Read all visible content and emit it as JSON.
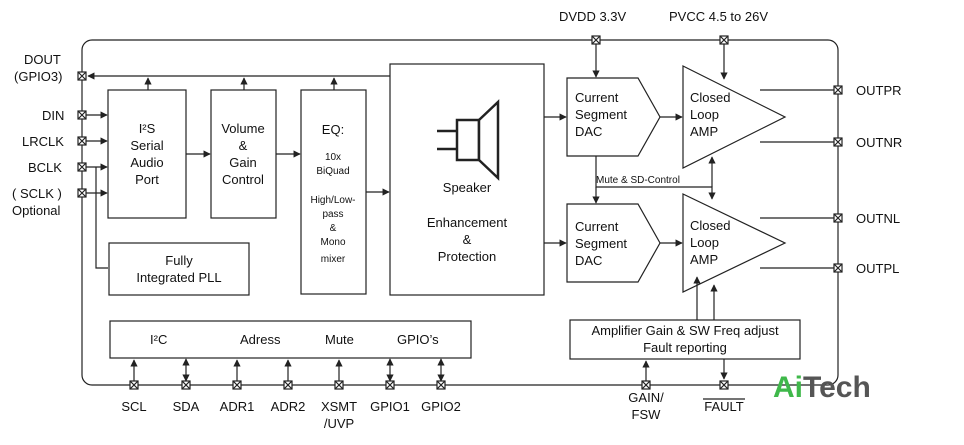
{
  "supply": {
    "dvdd": "DVDD 3.3V",
    "pvcc": "PVCC 4.5 to 26V"
  },
  "left_pins": {
    "dout": "DOUT",
    "dout_alt": "(GPIO3)",
    "din": "DIN",
    "lrclk": "LRCLK",
    "bclk": "BCLK",
    "sclk": "( SCLK )",
    "sclk_note": "Optional"
  },
  "blocks": {
    "i2s": [
      "I²S",
      "Serial",
      "Audio",
      "Port"
    ],
    "volume": [
      "Volume",
      "&",
      "Gain",
      "Control"
    ],
    "eq_title": "EQ:",
    "eq_lines": [
      "10x",
      "BiQuad",
      "High/Low-",
      "pass",
      "&",
      "Mono",
      "mixer"
    ],
    "pll": [
      "Fully",
      "Integrated PLL"
    ],
    "speaker": "Speaker",
    "enhancement": [
      "Enhancement",
      "&",
      "Protection"
    ],
    "dac_top": [
      "Current",
      "Segment",
      "DAC"
    ],
    "dac_bottom": [
      "Current",
      "Segment",
      "DAC"
    ],
    "amp_top": [
      "Closed",
      "Loop",
      "AMP"
    ],
    "amp_bottom": [
      "Closed",
      "Loop",
      "AMP"
    ],
    "mute_sd": "Mute & SD-Control",
    "gain_adjust": [
      "Amplifier Gain & SW Freq adjust",
      "Fault reporting"
    ],
    "control_bar": {
      "i2c": "I²C",
      "address": "Adress",
      "mute": "Mute",
      "gpio": "GPIO’s"
    }
  },
  "right_pins": {
    "outpr": "OUTPR",
    "outnr": "OUTNR",
    "outnl": "OUTNL",
    "outpl": "OUTPL"
  },
  "bottom_pins": {
    "scl": "SCL",
    "sda": "SDA",
    "adr1": "ADR1",
    "adr2": "ADR2",
    "xsmt": "XSMT",
    "uvp": "/UVP",
    "gpio1": "GPIO1",
    "gpio2": "GPIO2",
    "gain": "GAIN/",
    "fsw": "FSW",
    "fault": "FAULT"
  },
  "watermark": {
    "prefix": "Ai",
    "suffix": "Tech"
  },
  "colors": {
    "line": "#222222",
    "watermark_green": "#3fb84a",
    "watermark_gray": "#555555"
  }
}
